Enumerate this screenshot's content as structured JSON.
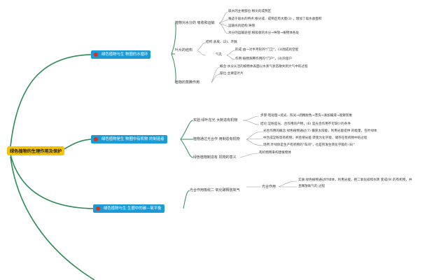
{
  "root": "绿色植物的生理作用及保护",
  "colors": {
    "root_fill": "#f5c400",
    "topic_fill": "#1a9ad6",
    "topic_icon": "#d9331f",
    "branch": "#2e8b57",
    "sub_branch": "#9a9a9a"
  },
  "branches": [
    {
      "label": "绿色植物与生 物圈的水循环",
      "children": [
        {
          "label": "植物对水分的 吸收和运输",
          "children": [
            "吸水的主要部位:根尖的成熟区",
            "根适于吸水的特点:根尖成、成熟区有大量(3) ，增加了吸水收面积",
            "运输水的结构:导管",
            "水分的运输途径:根吸收的水分→导管→植物体各处"
          ]
        },
        {
          "label": "叶片的结构",
          "children": [
            "结构:表皮、(2)、叶脉",
            "气孔",
            "形成:由一对半月形的\"门卫\"，(3)围成的空腔",
            "作用:植物蒸腾作用的\"门户\"，(4)的窗户"
          ]
        },
        {
          "label": "植物的蒸腾作用",
          "children": [
            "概念:水分从活的植物体表面以水蒸气状态散失到大气中的过程",
            "部位:主要是叶片"
          ]
        }
      ]
    },
    {
      "label": "绿色植物是生 物圈中有机物 的制造者",
      "children": [
        {
          "label": "实验:绿叶在光 大制造有机物",
          "children": [
            "步骤:暗处理→遮光、照光→酒精脱色→漂洗→滴加碘液→观察现象",
            "结论:淀粉是光、合作用的产物，(6) 是光合作用不可缺少的条件"
          ]
        },
        {
          "label": "植物通过光合作 用制造有机物",
          "children": [
            "光合作用的概念:绿色植物通过(7) 摄获太阳能，利用光能提供 的能量，在叶绿体",
            "中合成淀粉等有机物，并且把光能 转变为化学能，储存在有机物中的过程",
            "场所:叶绿体是生产有机物的\"车间\"，也是所发生转化学能的 (8)\""
          ]
        },
        {
          "label": "绿色植物制造有 机物的意义",
          "children": [
            "有机物用来构建植物体"
          ]
        }
      ]
    },
    {
      "label": "绿色植物与生 生圈中的碳—氧平衡",
      "children": [
        {
          "label": "光合作用吸收二 氧化碳释放氧气",
          "children": [
            {
              "label": "光合作用",
              "children": [
                "实质:绿色植物通过叶绿体，利用光能，把二氧化碳和水转 变成(9) 的有机物，并",
                "且释放氧气的 过程"
              ]
            }
          ]
        }
      ]
    }
  ]
}
